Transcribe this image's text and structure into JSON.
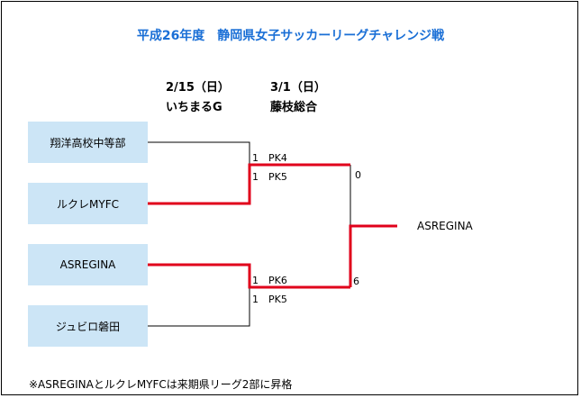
{
  "title": "平成26年度　静岡県女子サッカーリーグチャレンジ戦",
  "rounds": [
    {
      "date": "2/15（日）",
      "venue": "いちまるG"
    },
    {
      "date": "3/1（日）",
      "venue": "藤枝総合"
    }
  ],
  "teams": [
    "翔洋高校中等部",
    "ルクレMYFC",
    "ASREGINA",
    "ジュビロ磐田"
  ],
  "scores": [
    "1　PK4",
    "1　PK5",
    "1　PK6",
    "1　PK5"
  ],
  "final_scores": [
    "0",
    "6"
  ],
  "winner": "ASREGINA",
  "note": "※ASREGINAとルクレMYFCは来期県リーグ2部に昇格",
  "colors": {
    "title": "#1a6fd6",
    "box": "#cce5f6",
    "win_line": "#e0001b",
    "line": "#000000"
  }
}
